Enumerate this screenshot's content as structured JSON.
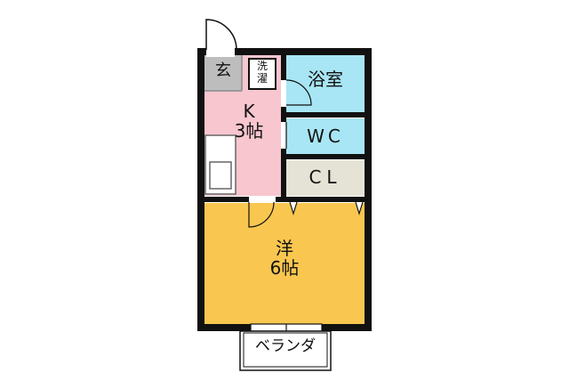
{
  "rooms": {
    "entrance": "玄",
    "washer_line1": "洗",
    "washer_line2": "濯",
    "kitchen_line1": "K",
    "kitchen_line2": "3帖",
    "bath": "浴室",
    "wc": "WC",
    "closet": "CL",
    "western_line1": "洋",
    "western_line2": "6帖",
    "balcony": "ベランダ"
  },
  "colors": {
    "kitchen": "#f7c6cf",
    "western": "#f9c74f",
    "bath": "#a8e6f5",
    "closet": "#e5e3d6",
    "entrance": "#bdbdbd",
    "wall": "#111111"
  }
}
